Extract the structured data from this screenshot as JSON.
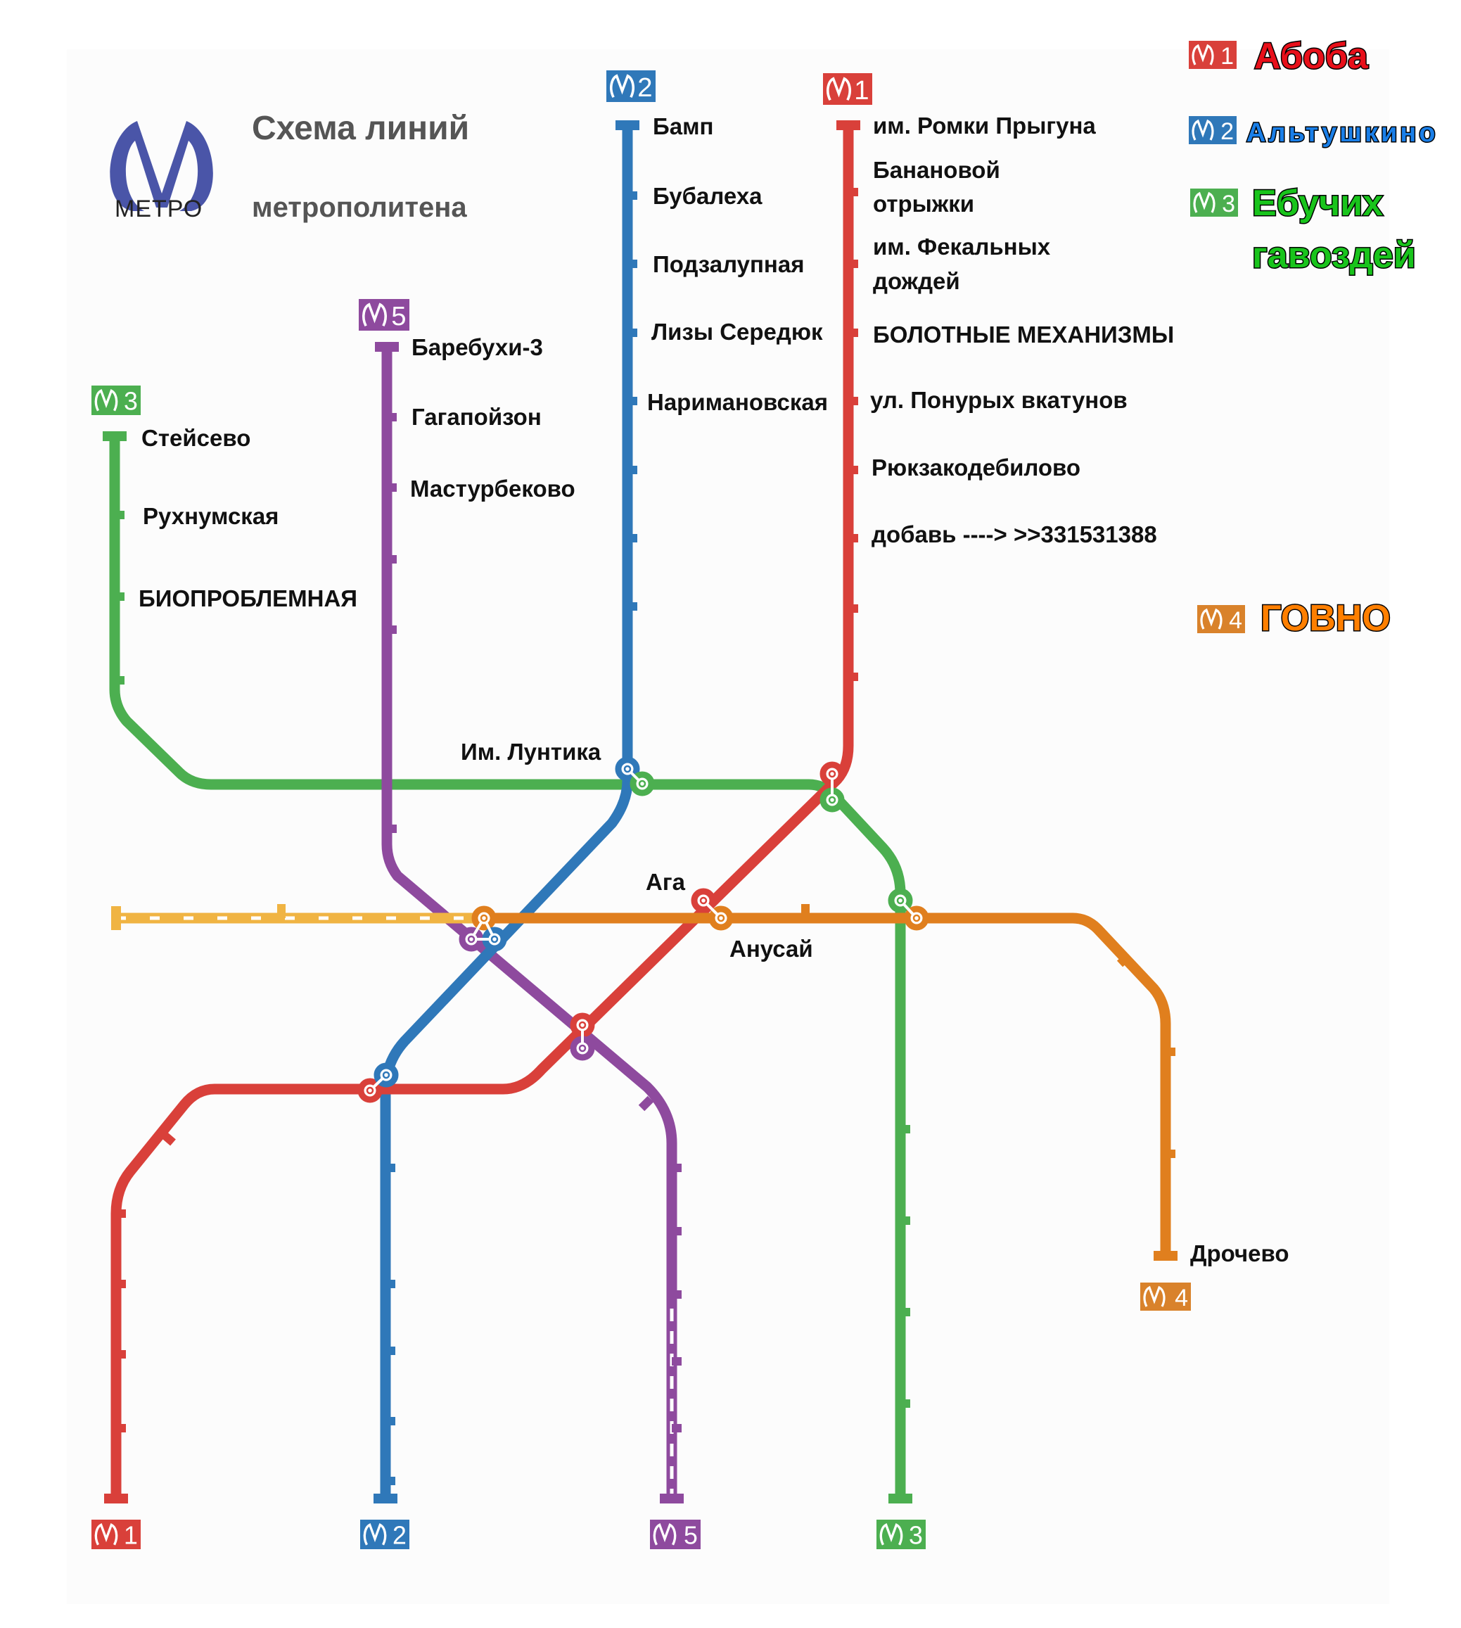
{
  "header": {
    "logo_text": "МЕТРО",
    "title_line1": "Схема  линий",
    "title_line2": "метрополитена"
  },
  "colors": {
    "line1": "#d9403a",
    "line2": "#2f78b9",
    "line3": "#4caf50",
    "line4": "#e07f1e",
    "line4_planned": "#f0b443",
    "line5": "#8e4a9e",
    "logo": "#4a55a8",
    "legend1": "#e8101a",
    "legend2": "#1a7fe8",
    "legend3": "#19c41c",
    "legend4": "#ff7f00"
  },
  "legend": [
    {
      "badge": "1",
      "name": "Абоба",
      "icon": "metro-logo-icon"
    },
    {
      "badge": "2",
      "name": "Альтушкино",
      "icon": "metro-logo-icon"
    },
    {
      "badge": "3",
      "name_line1": "Ебучих",
      "name_line2": "гавоздей",
      "icon": "metro-logo-icon"
    },
    {
      "badge": "4",
      "name": "ГОВНО",
      "icon": "metro-logo-icon"
    }
  ],
  "lines": {
    "line1": {
      "badge_top": "1",
      "badge_bottom": "1",
      "stations": [
        "им. Ромки Прыгуна",
        "Банановой",
        "отрыжки",
        "им. Фекальных",
        "дождей",
        "БОЛОТНЫЕ МЕХАНИЗМЫ",
        "ул. Понурых вкатунов",
        "Рюкзакодебилово",
        "добавь ----> >>331531388"
      ]
    },
    "line2": {
      "badge_top": "2",
      "badge_bottom": "2",
      "stations": [
        "Бамп",
        "Бубалеха",
        "Подзалупная",
        "Лизы Середюк",
        "Наримановская"
      ]
    },
    "line3": {
      "badge_top": "3",
      "badge_bottom": "3",
      "stations": [
        "Стейсево",
        "Рухнумская",
        "БИОПРОБЛЕМНАЯ"
      ]
    },
    "line4": {
      "badge_bottom": "4",
      "stations": [
        "Дрочево"
      ]
    },
    "line5": {
      "badge_top": "5",
      "badge_bottom": "5",
      "stations": [
        "Баребухи-3",
        "Гагапойзон",
        "Мастурбеково"
      ]
    }
  },
  "interchanges": {
    "luntik": "Им. Лунтика",
    "aga": "Ага",
    "anusai": "Анусай"
  }
}
